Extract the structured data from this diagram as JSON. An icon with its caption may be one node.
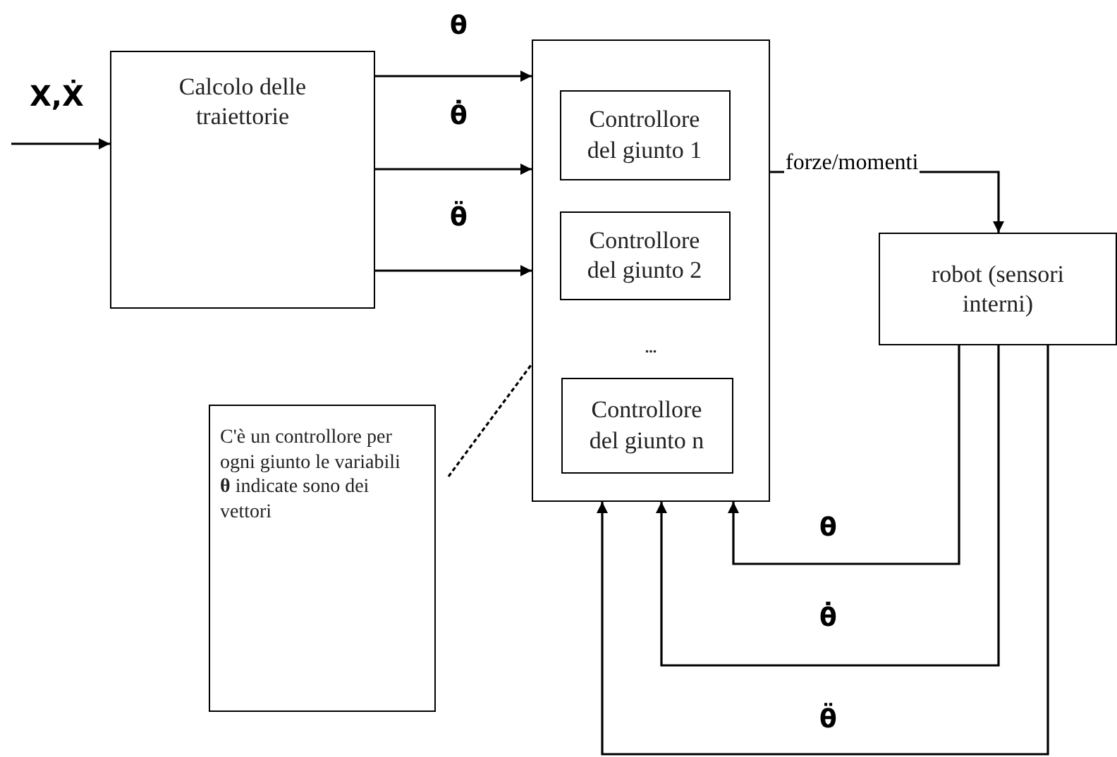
{
  "diagram": {
    "nodes": [
      {
        "text": [
          "Calcolo delle traiettorie"
        ]
      },
      {
        "text": [
          "..."
        ]
      },
      {
        "text": [
          "Controllore del giunto 1"
        ],
        "in": 1
      },
      {
        "text": [
          "Controllore del giunto 2"
        ],
        "in": 1
      },
      {
        "text": [
          "Controllore del giunto n"
        ],
        "in": 1
      },
      {
        "text": [
          "robot (sensori interni)"
        ]
      },
      {
        "text": [
          "C'è un controllore per ogni giunto le variabili **θ** indicate sono dei vettori"
        ]
      }
    ],
    "edges": [
      {
        "from": null,
        "to": 0,
        "arrow": "to",
        "label": "X,Ẋ"
      },
      {
        "from": 0,
        "to": 1,
        "arrow": "to",
        "label": "θ"
      },
      {
        "from": 0,
        "to": 1,
        "arrow": "to",
        "label": "θ̇"
      },
      {
        "from": 0,
        "to": 1,
        "arrow": "to",
        "label": "θ̈"
      },
      {
        "from": 1,
        "to": 5,
        "arrow": "to",
        "label": "forze/momenti"
      },
      {
        "from": 5,
        "to": 1,
        "arrow": "to",
        "label": "θ"
      },
      {
        "from": 5,
        "to": 1,
        "arrow": "to",
        "label": "θ̇"
      },
      {
        "from": 5,
        "to": 1,
        "arrow": "to",
        "label": "θ̈"
      },
      {
        "from": 6,
        "to": 1,
        "arrow": "none",
        "style": "dashed"
      }
    ]
  }
}
